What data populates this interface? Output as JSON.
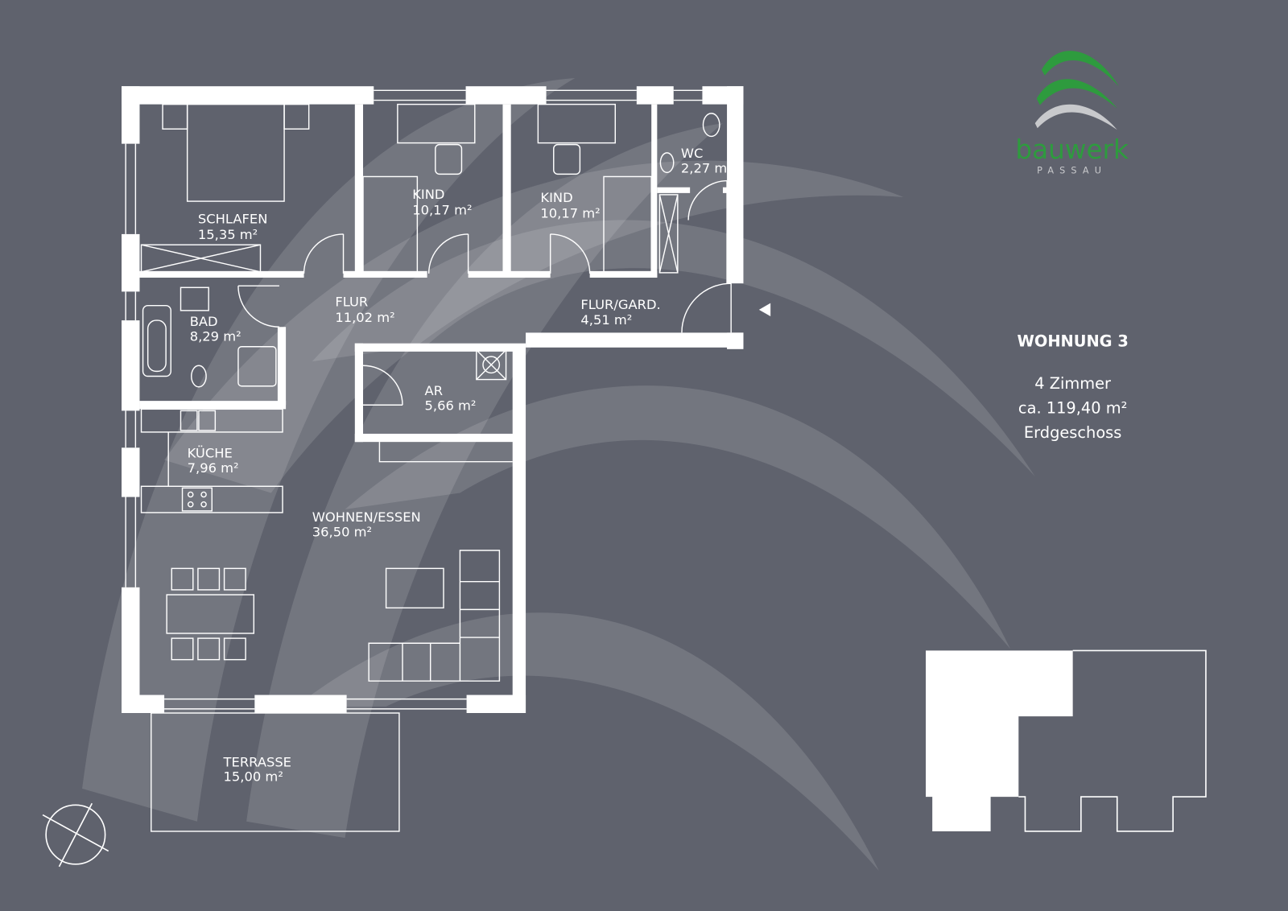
{
  "logo": {
    "name": "bauwerk",
    "sub": "PASSAU",
    "colors": {
      "green": "#2e9b3e",
      "gray": "#c8c9cc"
    }
  },
  "apartment": {
    "title": "WOHNUNG 3",
    "rooms_count": "4 Zimmer",
    "area": "ca. 119,40 m²",
    "floor": "Erdgeschoss"
  },
  "rooms": [
    {
      "name": "SCHLAFEN",
      "area": "15,35 m²"
    },
    {
      "name": "KIND",
      "area": "10,17 m²"
    },
    {
      "name": "KIND",
      "area": "10,17 m²"
    },
    {
      "name": "WC",
      "area": "2,27 m²"
    },
    {
      "name": "FLUR",
      "area": "11,02 m²"
    },
    {
      "name": "FLUR/GARD.",
      "area": "4,51 m²"
    },
    {
      "name": "BAD",
      "area": "8,29 m²"
    },
    {
      "name": "AR",
      "area": "5,66 m²"
    },
    {
      "name": "KÜCHE",
      "area": "7,96 m²"
    },
    {
      "name": "WOHNEN/ESSEN",
      "area": "36,50 m²"
    },
    {
      "name": "TERRASSE",
      "area": "15,00 m²"
    }
  ],
  "colors": {
    "background": "#5f626d",
    "walls": "#ffffff"
  },
  "icons": {
    "compass": "north-arrow-icon",
    "entrance": "entrance-triangle-icon"
  }
}
